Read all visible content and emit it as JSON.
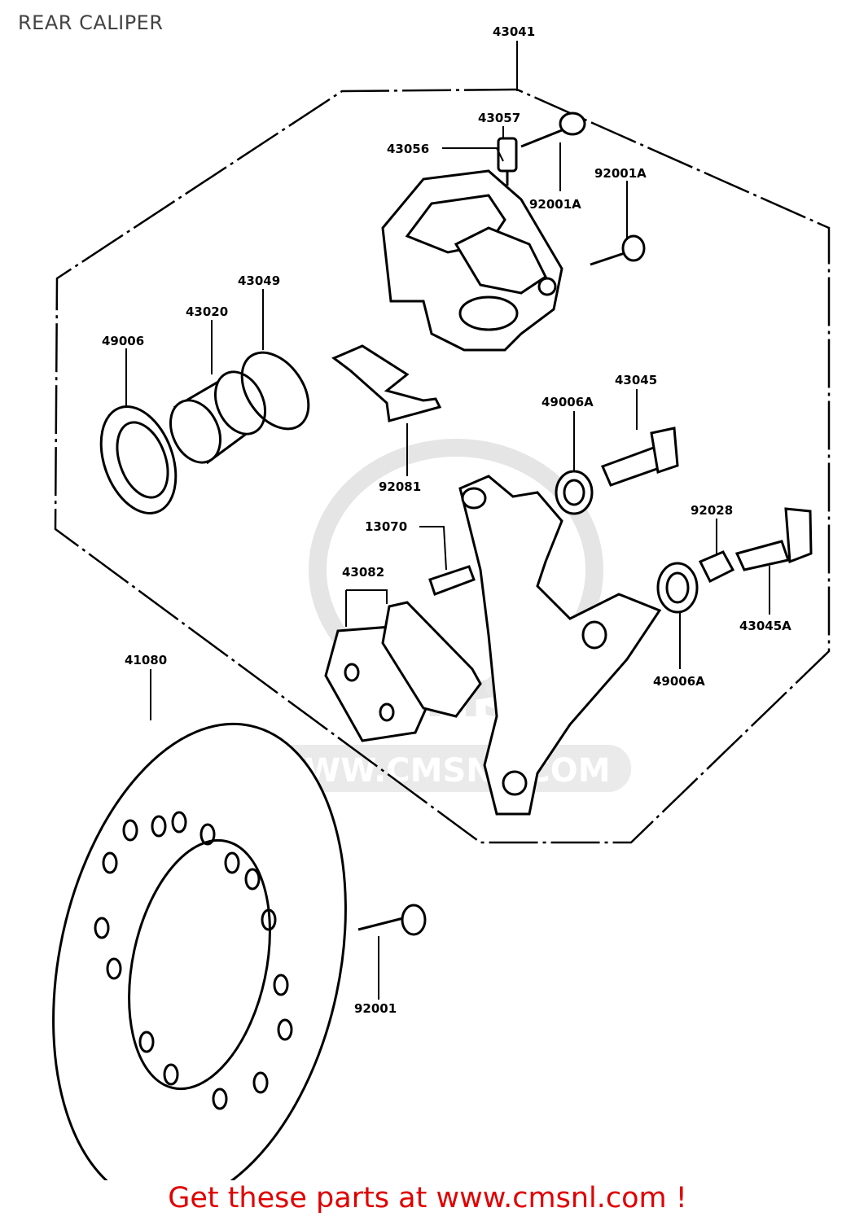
{
  "page": {
    "title": "REAR CALIPER"
  },
  "watermark": {
    "text": "WWW.CMSNL.COM",
    "logo_text": "CMS"
  },
  "parts": {
    "p43041": "43041",
    "p43057": "43057",
    "p43056": "43056",
    "p92001A_top": "92001A",
    "p92001A_mid": "92001A",
    "p43049": "43049",
    "p43020": "43020",
    "p49006": "49006",
    "p43045": "43045",
    "p49006A_top": "49006A",
    "p92081": "92081",
    "p92028": "92028",
    "p13070": "13070",
    "p43082": "43082",
    "p43045A": "43045A",
    "p49006A_bot": "49006A",
    "p41080": "41080",
    "p92001": "92001"
  },
  "footer": {
    "link_text": "Get these parts at www.cmsnl.com !"
  },
  "colors": {
    "line": "#000000",
    "footer": "#e00000",
    "watermark": "#d6d6d6"
  }
}
